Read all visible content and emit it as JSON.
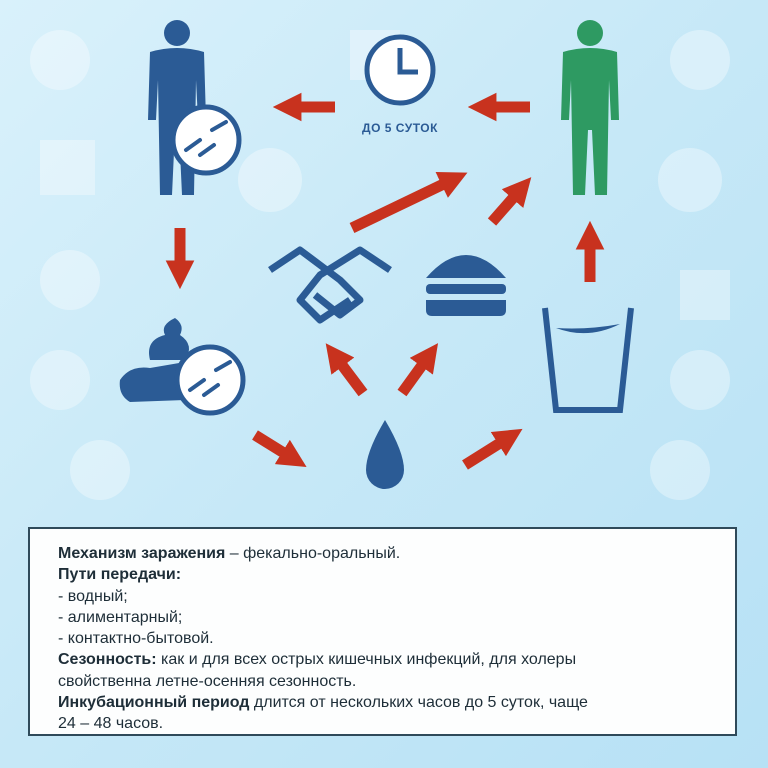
{
  "diagram": {
    "clock_label": "ДО 5 СУТОК",
    "colors": {
      "blue": "#2b5b95",
      "green": "#2e9a62",
      "arrow": "#c8321e"
    }
  },
  "info": {
    "mechanism_label": "Механизм заражения",
    "mechanism_value": " – фекально-оральный.",
    "routes_label": "Пути передачи:",
    "routes": [
      "- водный;",
      "- алиментарный;",
      "- контактно-бытовой."
    ],
    "season_label": "Сезонность:",
    "season_value_1": " как и для всех острых кишечных инфекций, для холеры",
    "season_value_2": "свойственна летне-осенняя сезонность.",
    "incubation_label": "Инкубационный период",
    "incubation_value_1": " длится от нескольких часов до 5 суток, чаще",
    "incubation_value_2": "24 – 48 часов."
  }
}
